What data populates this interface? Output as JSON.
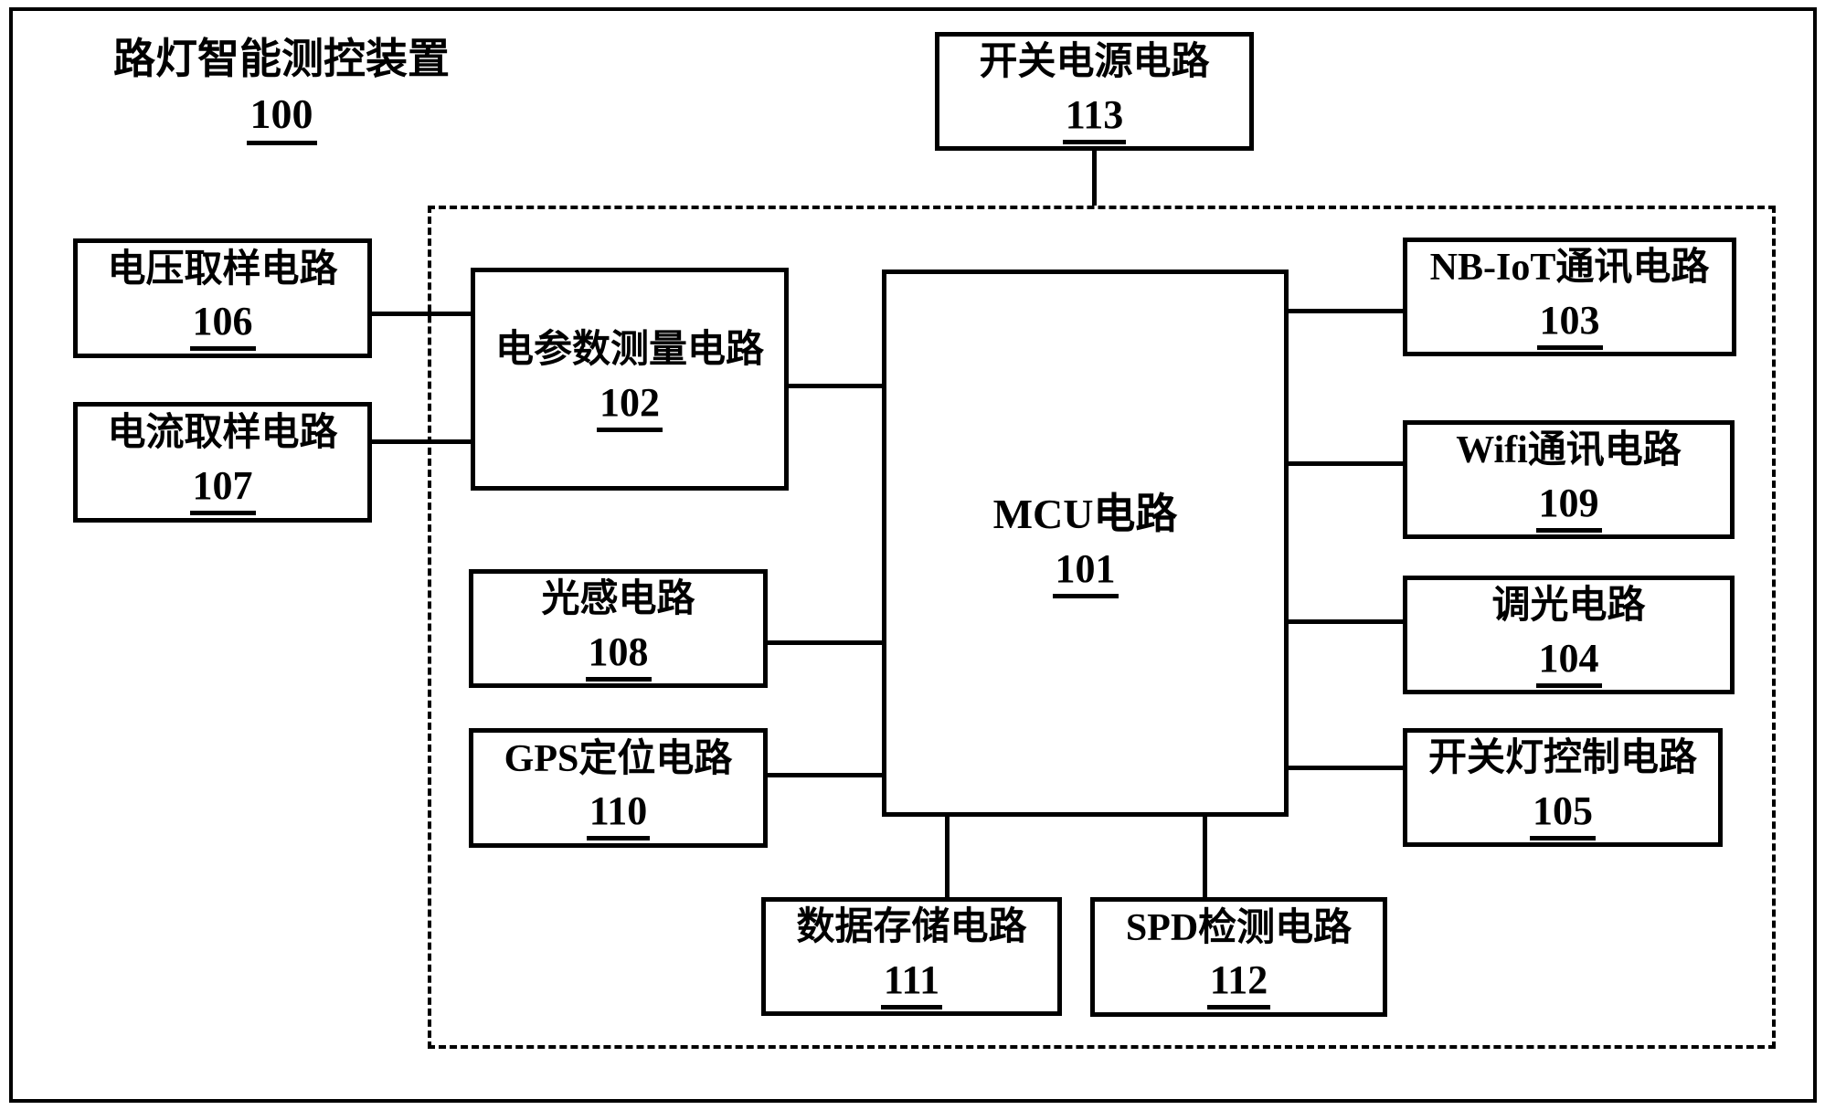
{
  "figure": {
    "title_label": "路灯智能测控装置",
    "title_number": "100"
  },
  "boxes": {
    "b113": {
      "label": "开关电源电路",
      "number": "113"
    },
    "b106": {
      "label": "电压取样电路",
      "number": "106"
    },
    "b107": {
      "label": "电流取样电路",
      "number": "107"
    },
    "b102": {
      "label": "电参数测量电路",
      "number": "102"
    },
    "b108": {
      "label": "光感电路",
      "number": "108"
    },
    "b110": {
      "label": "GPS定位电路",
      "number": "110"
    },
    "b101": {
      "label": "MCU电路",
      "number": "101"
    },
    "b103": {
      "label": "NB-IoT通讯电路",
      "number": "103"
    },
    "b109": {
      "label": "Wifi通讯电路",
      "number": "109"
    },
    "b104": {
      "label": "调光电路",
      "number": "104"
    },
    "b105": {
      "label": "开关灯控制电路",
      "number": "105"
    },
    "b111": {
      "label": "数据存储电路",
      "number": "111"
    },
    "b112": {
      "label": "SPD检测电路",
      "number": "112"
    }
  },
  "connections": [
    "113-dashed-region",
    "106-102",
    "107-102",
    "102-101",
    "108-101",
    "110-101",
    "101-103",
    "101-109",
    "101-104",
    "101-105",
    "101-111",
    "101-112"
  ],
  "colors": {
    "line": "#000000",
    "background": "#ffffff"
  }
}
